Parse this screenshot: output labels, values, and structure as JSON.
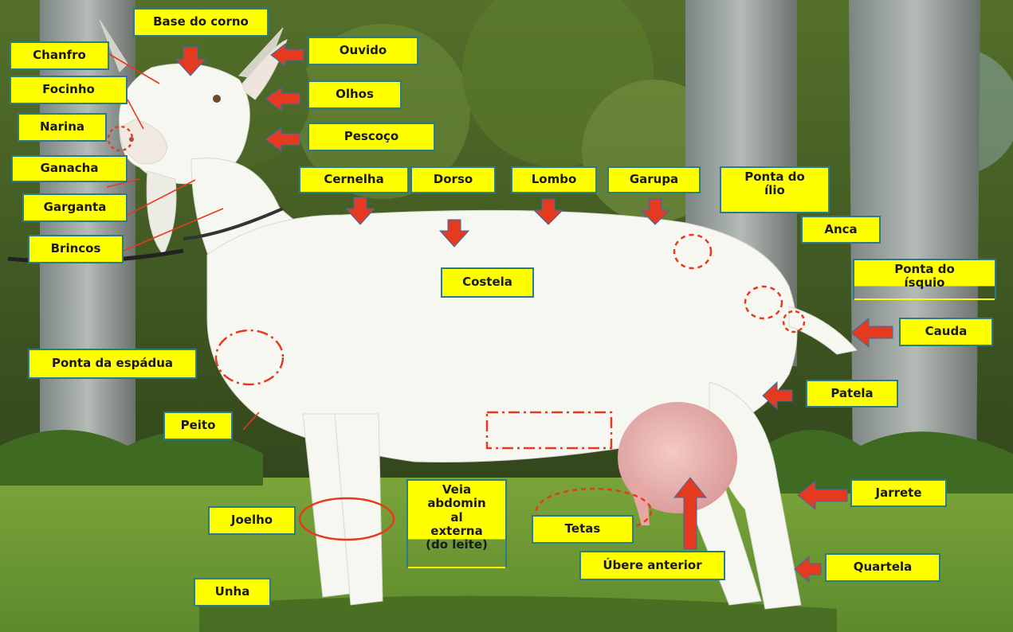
{
  "figure": {
    "subject": "goat-side-view-anatomy",
    "colors": {
      "label_fill": "#ffff00",
      "label_border": "#2a7a88",
      "arrow": "#e53a1f",
      "marker": "#e53a1f",
      "grass": "#6f9a34",
      "sky_foliage": "#3d5a1f"
    }
  },
  "labels": {
    "base_do_corno": "Base do corno",
    "ouvido": "Ouvido",
    "chanfro": "Chanfro",
    "olhos": "Olhos",
    "focinho": "Focinho",
    "narina": "Narina",
    "pescoco": "Pescoço",
    "ganacha": "Ganacha",
    "garganta": "Garganta",
    "brincos": "Brincos",
    "cernelha": "Cernelha",
    "dorso": "Dorso",
    "lombo": "Lombo",
    "garupa": "Garupa",
    "ponta_ilio": "Ponta do\nílio",
    "anca": "Anca",
    "costela": "Costela",
    "ponta_isquio": "Ponta do\nísquio",
    "cauda": "Cauda",
    "ponta_espadua": "Ponta da espádua",
    "patela": "Patela",
    "peito": "Peito",
    "veia": "Veia\nabdomin\nal\nexterna\n(do leite)",
    "jarrete": "Jarrete",
    "joelho": "Joelho",
    "tetas": "Tetas",
    "ubere_anterior": "Úbere anterior",
    "quartela": "Quartela",
    "unha": "Unha"
  }
}
